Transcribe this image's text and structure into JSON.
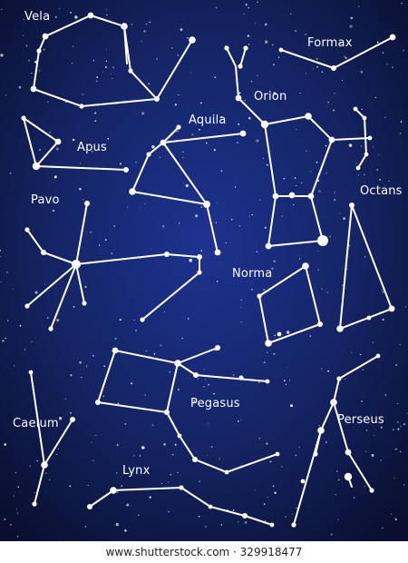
{
  "colors": {
    "sky_center": "#1b2f86",
    "sky_edge": "#0b1033",
    "line": "#ffffff",
    "star_fill": "#ffffff"
  },
  "constellations": [
    {
      "name": "Vela"
    },
    {
      "name": "Formax"
    },
    {
      "name": "Orion"
    },
    {
      "name": "Aquila"
    },
    {
      "name": "Apus"
    },
    {
      "name": "Octans"
    },
    {
      "name": "Pavo"
    },
    {
      "name": "Norma"
    },
    {
      "name": "Pegasus"
    },
    {
      "name": "Caelum"
    },
    {
      "name": "Perseus"
    },
    {
      "name": "Lynx"
    }
  ],
  "watermark": "www.shutterstock.com · 329918477"
}
